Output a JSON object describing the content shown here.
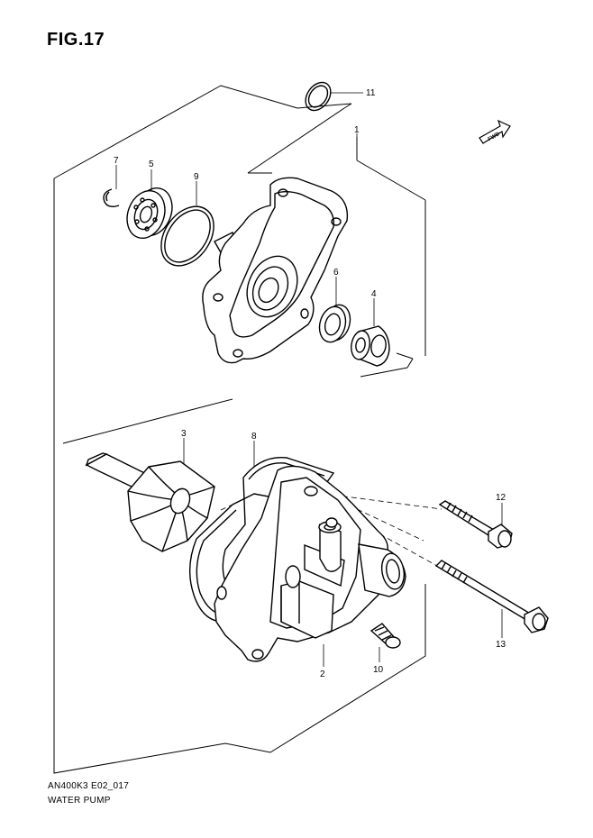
{
  "figure": {
    "title": "FIG.17",
    "code": "AN400K3 E02_017",
    "name": "WATER PUMP",
    "fwd_label": "FWD"
  },
  "callouts": [
    {
      "id": "c1",
      "label": "1"
    },
    {
      "id": "c2",
      "label": "2"
    },
    {
      "id": "c3",
      "label": "3"
    },
    {
      "id": "c4",
      "label": "4"
    },
    {
      "id": "c5",
      "label": "5"
    },
    {
      "id": "c6",
      "label": "6"
    },
    {
      "id": "c7",
      "label": "7"
    },
    {
      "id": "c8",
      "label": "8"
    },
    {
      "id": "c9",
      "label": "9"
    },
    {
      "id": "c10",
      "label": "10"
    },
    {
      "id": "c11",
      "label": "11"
    },
    {
      "id": "c12",
      "label": "12"
    },
    {
      "id": "c13",
      "label": "13"
    }
  ]
}
